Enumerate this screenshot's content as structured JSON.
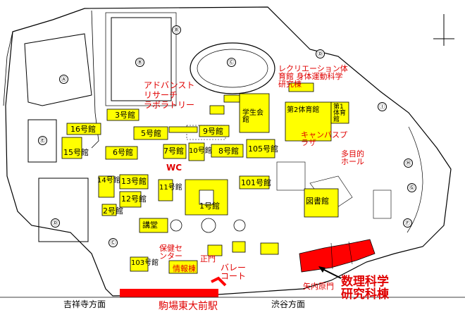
{
  "colors": {
    "building": "#ffff00",
    "outline": "#000000",
    "label_red": "#e00000",
    "highlight_red": "#ff0000"
  },
  "buildings": {
    "b1": "1号館",
    "b2": "2号館",
    "b3": "3号館",
    "b5": "5号館",
    "b6": "6号館",
    "b7": "7号館",
    "b8": "8号館",
    "b9": "9号館",
    "b10": "10号館",
    "b11": "11号館",
    "b12": "12号館",
    "b13": "13号館",
    "b14": "14号館",
    "b15": "15号館",
    "b16": "16号館",
    "b101": "101号館",
    "b103": "103号館",
    "b105": "105号館",
    "library": "図書館",
    "koudou": "講堂",
    "student_hall": "学生会館",
    "gym1": "第1体育館",
    "gym2": "第2体育館",
    "gym_short": "体育館",
    "research": "研究棟"
  },
  "red_labels": {
    "advanced_lab": "アドバンスト\nリサーチ\nラボラトリー",
    "lab_label": "レクリエーション体育館 身体運動科学研究棟",
    "cplaza": "キャンパスプラザ",
    "komaba_hall": "多目的ホール",
    "health_center": "保健センター",
    "info_hall": "情報棟",
    "gate_main": "正門",
    "volley": "バレーコート",
    "wc": "WC",
    "yanaihara": "矢内原門"
  },
  "bottom": {
    "kichijoji": "吉祥寺方面",
    "station": "駒場東大前駅",
    "shibuya": "渋谷方面"
  },
  "target": {
    "label": "数理科学\n研究科棟"
  },
  "markers": [
    "Ⓐ",
    "Ⓑ",
    "Ⓒ",
    "Ⓔ",
    "Ⓑ",
    "Ⓒ",
    "Ⓓ",
    "Ⓓ",
    "Ⓕ",
    "Ⓖ",
    "Ⓗ",
    "Ⓘ"
  ]
}
